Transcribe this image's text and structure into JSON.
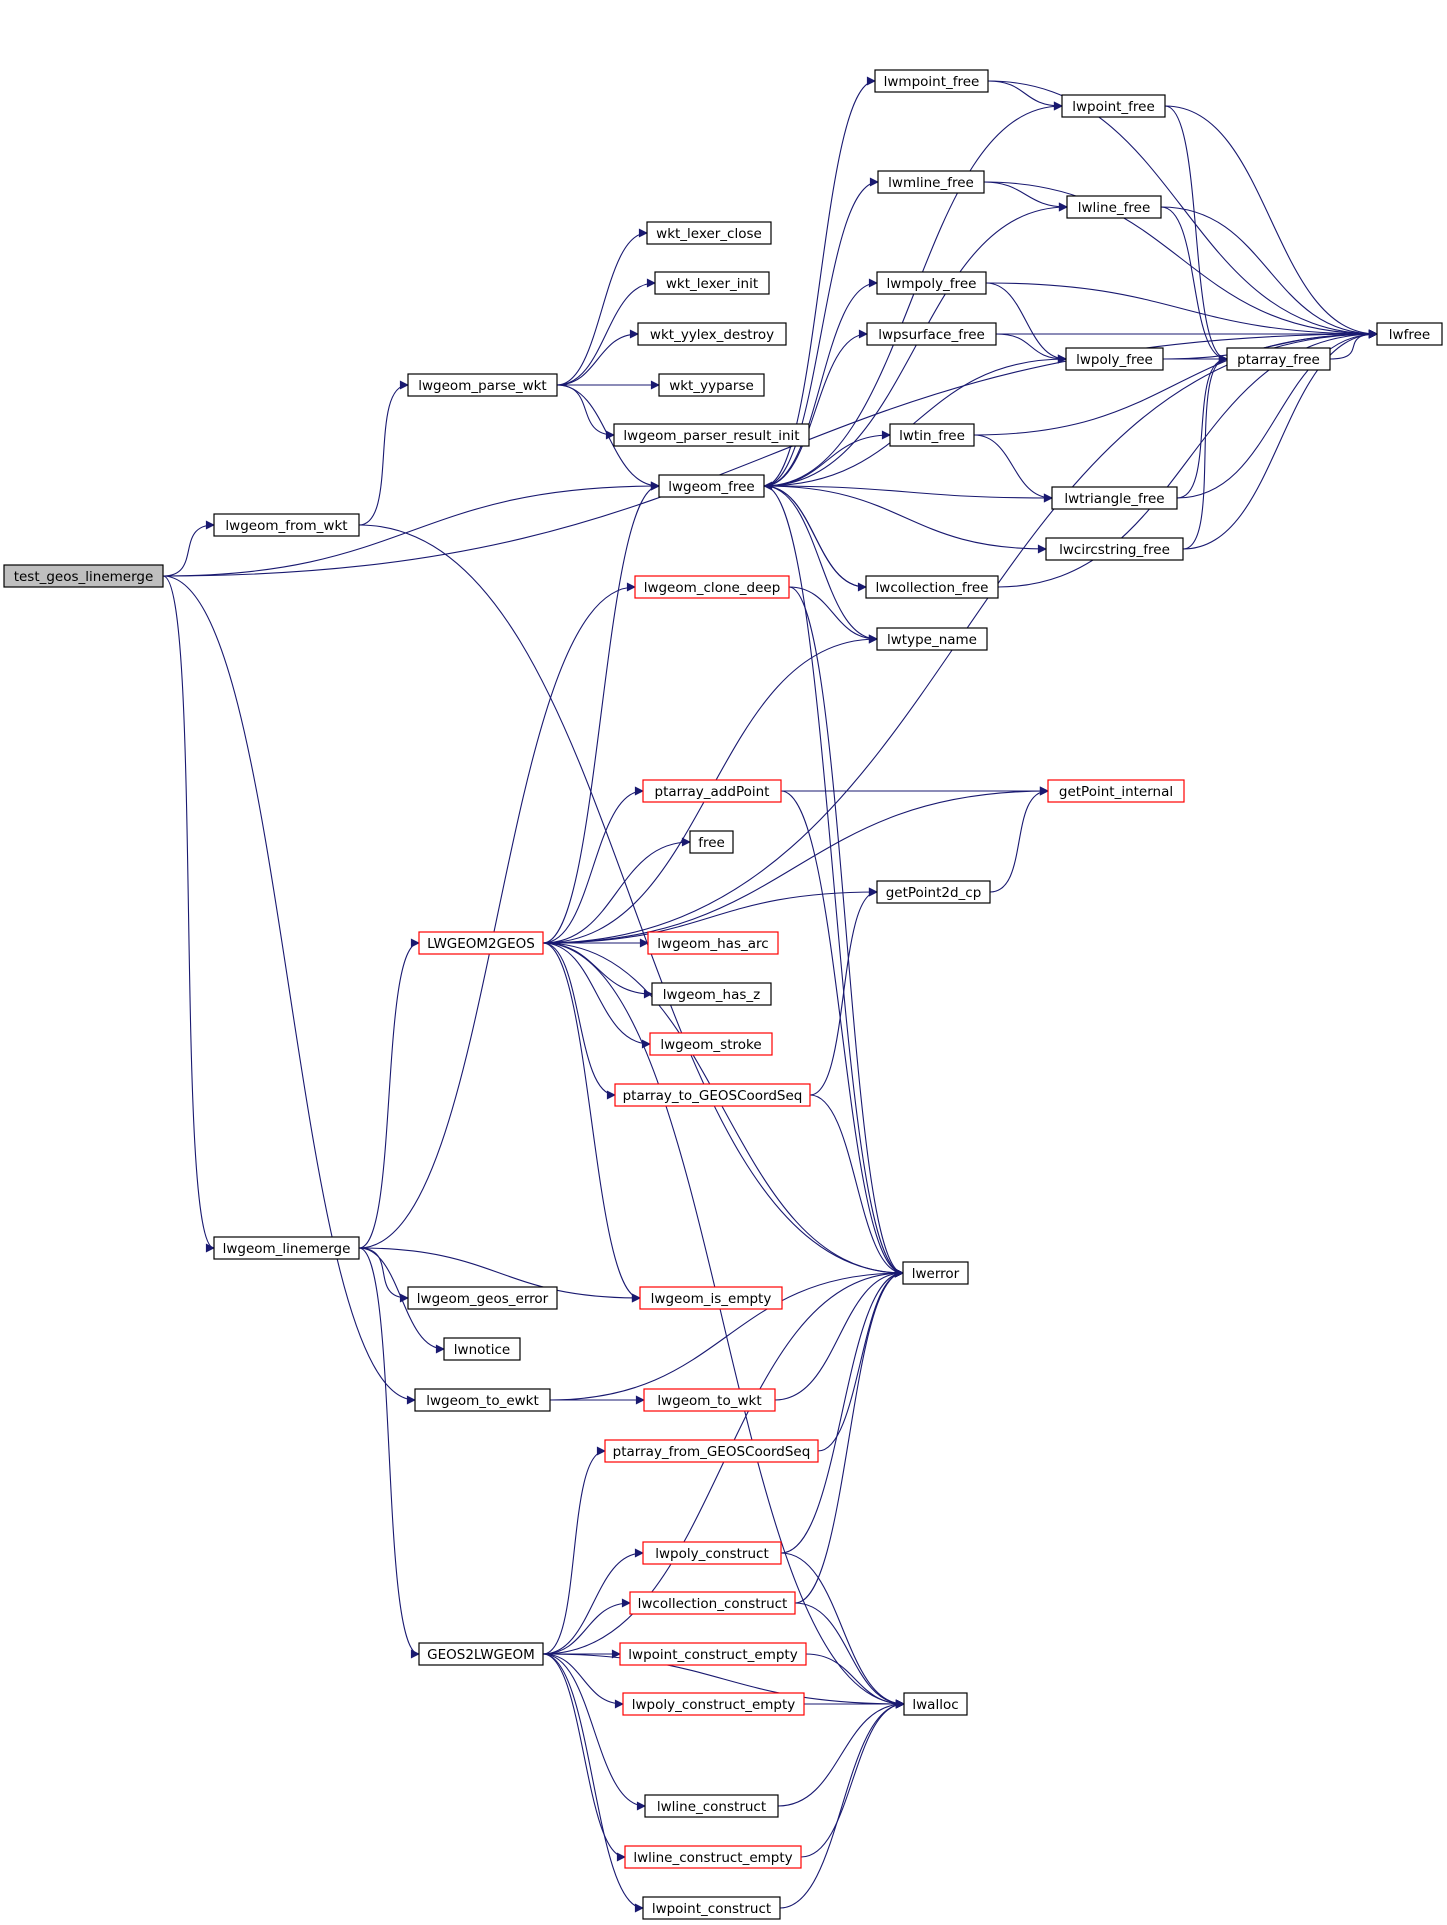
{
  "colors": {
    "edge": "#191970",
    "node_border_default": "#000000",
    "node_border_truncated": "#ff0000",
    "node_fill_default": "#ffffff",
    "node_fill_root": "#bfbfbf"
  },
  "nodes": {
    "test_geos_linemerge": {
      "label": "test_geos_linemerge",
      "style": "root"
    },
    "lwgeom_from_wkt": {
      "label": "lwgeom_from_wkt",
      "style": "normal"
    },
    "lwgeom_parse_wkt": {
      "label": "lwgeom_parse_wkt",
      "style": "normal"
    },
    "wkt_lexer_close": {
      "label": "wkt_lexer_close",
      "style": "normal"
    },
    "wkt_lexer_init": {
      "label": "wkt_lexer_init",
      "style": "normal"
    },
    "wkt_yylex_destroy": {
      "label": "wkt_yylex_destroy",
      "style": "normal"
    },
    "wkt_yyparse": {
      "label": "wkt_yyparse",
      "style": "normal"
    },
    "lwgeom_parser_result_init": {
      "label": "lwgeom_parser_result_init",
      "style": "normal"
    },
    "lwgeom_free": {
      "label": "lwgeom_free",
      "style": "normal"
    },
    "lwmpoint_free": {
      "label": "lwmpoint_free",
      "style": "normal"
    },
    "lwpoint_free": {
      "label": "lwpoint_free",
      "style": "normal"
    },
    "lwmline_free": {
      "label": "lwmline_free",
      "style": "normal"
    },
    "lwline_free": {
      "label": "lwline_free",
      "style": "normal"
    },
    "lwmpoly_free": {
      "label": "lwmpoly_free",
      "style": "normal"
    },
    "lwpsurface_free": {
      "label": "lwpsurface_free",
      "style": "normal"
    },
    "lwpoly_free": {
      "label": "lwpoly_free",
      "style": "normal"
    },
    "ptarray_free": {
      "label": "ptarray_free",
      "style": "normal"
    },
    "lwfree": {
      "label": "lwfree",
      "style": "normal"
    },
    "lwtin_free": {
      "label": "lwtin_free",
      "style": "normal"
    },
    "lwtriangle_free": {
      "label": "lwtriangle_free",
      "style": "normal"
    },
    "lwcircstring_free": {
      "label": "lwcircstring_free",
      "style": "normal"
    },
    "lwcollection_free": {
      "label": "lwcollection_free",
      "style": "normal"
    },
    "lwtype_name": {
      "label": "lwtype_name",
      "style": "normal"
    },
    "lwgeom_clone_deep": {
      "label": "lwgeom_clone_deep",
      "style": "truncated"
    },
    "ptarray_addPoint": {
      "label": "ptarray_addPoint",
      "style": "truncated"
    },
    "getPoint_internal": {
      "label": "getPoint_internal",
      "style": "truncated"
    },
    "free": {
      "label": "free",
      "style": "normal"
    },
    "getPoint2d_cp": {
      "label": "getPoint2d_cp",
      "style": "normal"
    },
    "LWGEOM2GEOS": {
      "label": "LWGEOM2GEOS",
      "style": "truncated"
    },
    "lwgeom_has_arc": {
      "label": "lwgeom_has_arc",
      "style": "truncated"
    },
    "lwgeom_has_z": {
      "label": "lwgeom_has_z",
      "style": "normal"
    },
    "lwgeom_stroke": {
      "label": "lwgeom_stroke",
      "style": "truncated"
    },
    "ptarray_to_GEOSCoordSeq": {
      "label": "ptarray_to_GEOSCoordSeq",
      "style": "truncated"
    },
    "lwgeom_linemerge": {
      "label": "lwgeom_linemerge",
      "style": "normal"
    },
    "lwerror": {
      "label": "lwerror",
      "style": "normal"
    },
    "lwgeom_geos_error": {
      "label": "lwgeom_geos_error",
      "style": "normal"
    },
    "lwgeom_is_empty": {
      "label": "lwgeom_is_empty",
      "style": "truncated"
    },
    "lwnotice": {
      "label": "lwnotice",
      "style": "normal"
    },
    "lwgeom_to_ewkt": {
      "label": "lwgeom_to_ewkt",
      "style": "normal"
    },
    "lwgeom_to_wkt": {
      "label": "lwgeom_to_wkt",
      "style": "truncated"
    },
    "ptarray_from_GEOSCoordSeq": {
      "label": "ptarray_from_GEOSCoordSeq",
      "style": "truncated"
    },
    "lwpoly_construct": {
      "label": "lwpoly_construct",
      "style": "truncated"
    },
    "lwcollection_construct": {
      "label": "lwcollection_construct",
      "style": "truncated"
    },
    "GEOS2LWGEOM": {
      "label": "GEOS2LWGEOM",
      "style": "normal"
    },
    "lwpoint_construct_empty": {
      "label": "lwpoint_construct_empty",
      "style": "truncated"
    },
    "lwpoly_construct_empty": {
      "label": "lwpoly_construct_empty",
      "style": "truncated"
    },
    "lwalloc": {
      "label": "lwalloc",
      "style": "normal"
    },
    "lwline_construct": {
      "label": "lwline_construct",
      "style": "normal"
    },
    "lwline_construct_empty": {
      "label": "lwline_construct_empty",
      "style": "truncated"
    },
    "lwpoint_construct": {
      "label": "lwpoint_construct",
      "style": "normal"
    }
  },
  "edges": [
    [
      "test_geos_linemerge",
      "lwgeom_from_wkt"
    ],
    [
      "test_geos_linemerge",
      "lwgeom_free"
    ],
    [
      "test_geos_linemerge",
      "lwgeom_linemerge"
    ],
    [
      "test_geos_linemerge",
      "lwgeom_to_ewkt"
    ],
    [
      "test_geos_linemerge",
      "lwfree"
    ],
    [
      "lwgeom_from_wkt",
      "lwgeom_parse_wkt"
    ],
    [
      "lwgeom_from_wkt",
      "lwerror"
    ],
    [
      "lwgeom_parse_wkt",
      "wkt_lexer_close"
    ],
    [
      "lwgeom_parse_wkt",
      "wkt_lexer_init"
    ],
    [
      "lwgeom_parse_wkt",
      "wkt_yylex_destroy"
    ],
    [
      "lwgeom_parse_wkt",
      "wkt_yyparse"
    ],
    [
      "lwgeom_parse_wkt",
      "lwgeom_parser_result_init"
    ],
    [
      "lwgeom_parse_wkt",
      "lwgeom_free"
    ],
    [
      "lwgeom_free",
      "lwmpoint_free"
    ],
    [
      "lwgeom_free",
      "lwpoint_free"
    ],
    [
      "lwgeom_free",
      "lwmline_free"
    ],
    [
      "lwgeom_free",
      "lwline_free"
    ],
    [
      "lwgeom_free",
      "lwmpoly_free"
    ],
    [
      "lwgeom_free",
      "lwpsurface_free"
    ],
    [
      "lwgeom_free",
      "lwpoly_free"
    ],
    [
      "lwgeom_free",
      "lwtin_free"
    ],
    [
      "lwgeom_free",
      "lwtriangle_free"
    ],
    [
      "lwgeom_free",
      "lwcircstring_free"
    ],
    [
      "lwgeom_free",
      "lwcollection_free"
    ],
    [
      "lwgeom_free",
      "lwtype_name"
    ],
    [
      "lwgeom_free",
      "lwerror"
    ],
    [
      "lwmpoint_free",
      "lwpoint_free"
    ],
    [
      "lwmpoint_free",
      "lwfree"
    ],
    [
      "lwpoint_free",
      "ptarray_free"
    ],
    [
      "lwpoint_free",
      "lwfree"
    ],
    [
      "lwmline_free",
      "lwline_free"
    ],
    [
      "lwmline_free",
      "lwfree"
    ],
    [
      "lwline_free",
      "ptarray_free"
    ],
    [
      "lwline_free",
      "lwfree"
    ],
    [
      "lwmpoly_free",
      "lwpoly_free"
    ],
    [
      "lwmpoly_free",
      "lwfree"
    ],
    [
      "lwpsurface_free",
      "lwpoly_free"
    ],
    [
      "lwpsurface_free",
      "lwfree"
    ],
    [
      "lwpoly_free",
      "ptarray_free"
    ],
    [
      "lwpoly_free",
      "lwfree"
    ],
    [
      "ptarray_free",
      "lwfree"
    ],
    [
      "lwtin_free",
      "lwtriangle_free"
    ],
    [
      "lwtin_free",
      "lwfree"
    ],
    [
      "lwtriangle_free",
      "ptarray_free"
    ],
    [
      "lwtriangle_free",
      "lwfree"
    ],
    [
      "lwcircstring_free",
      "ptarray_free"
    ],
    [
      "lwcircstring_free",
      "lwfree"
    ],
    [
      "lwcollection_free",
      "lwgeom_free"
    ],
    [
      "lwcollection_free",
      "lwfree"
    ],
    [
      "lwgeom_linemerge",
      "lwgeom_clone_deep"
    ],
    [
      "lwgeom_linemerge",
      "LWGEOM2GEOS"
    ],
    [
      "lwgeom_linemerge",
      "lwgeom_geos_error"
    ],
    [
      "lwgeom_linemerge",
      "lwgeom_is_empty"
    ],
    [
      "lwgeom_linemerge",
      "lwnotice"
    ],
    [
      "lwgeom_linemerge",
      "GEOS2LWGEOM"
    ],
    [
      "lwgeom_clone_deep",
      "lwtype_name"
    ],
    [
      "lwgeom_clone_deep",
      "lwerror"
    ],
    [
      "LWGEOM2GEOS",
      "lwgeom_free"
    ],
    [
      "LWGEOM2GEOS",
      "lwtype_name"
    ],
    [
      "LWGEOM2GEOS",
      "lwfree"
    ],
    [
      "LWGEOM2GEOS",
      "getPoint_internal"
    ],
    [
      "LWGEOM2GEOS",
      "ptarray_addPoint"
    ],
    [
      "LWGEOM2GEOS",
      "free"
    ],
    [
      "LWGEOM2GEOS",
      "getPoint2d_cp"
    ],
    [
      "LWGEOM2GEOS",
      "lwgeom_has_arc"
    ],
    [
      "LWGEOM2GEOS",
      "lwgeom_has_z"
    ],
    [
      "LWGEOM2GEOS",
      "lwgeom_stroke"
    ],
    [
      "LWGEOM2GEOS",
      "ptarray_to_GEOSCoordSeq"
    ],
    [
      "LWGEOM2GEOS",
      "lwerror"
    ],
    [
      "LWGEOM2GEOS",
      "lwgeom_is_empty"
    ],
    [
      "LWGEOM2GEOS",
      "lwalloc"
    ],
    [
      "ptarray_addPoint",
      "getPoint_internal"
    ],
    [
      "ptarray_addPoint",
      "lwerror"
    ],
    [
      "getPoint2d_cp",
      "getPoint_internal"
    ],
    [
      "ptarray_to_GEOSCoordSeq",
      "getPoint2d_cp"
    ],
    [
      "ptarray_to_GEOSCoordSeq",
      "lwerror"
    ],
    [
      "lwgeom_to_ewkt",
      "lwgeom_to_wkt"
    ],
    [
      "lwgeom_to_ewkt",
      "lwerror"
    ],
    [
      "lwgeom_to_wkt",
      "lwerror"
    ],
    [
      "ptarray_from_GEOSCoordSeq",
      "lwerror"
    ],
    [
      "GEOS2LWGEOM",
      "ptarray_from_GEOSCoordSeq"
    ],
    [
      "GEOS2LWGEOM",
      "lwerror"
    ],
    [
      "GEOS2LWGEOM",
      "lwpoly_construct"
    ],
    [
      "GEOS2LWGEOM",
      "lwcollection_construct"
    ],
    [
      "GEOS2LWGEOM",
      "lwpoint_construct_empty"
    ],
    [
      "GEOS2LWGEOM",
      "lwpoly_construct_empty"
    ],
    [
      "GEOS2LWGEOM",
      "lwalloc"
    ],
    [
      "GEOS2LWGEOM",
      "lwline_construct"
    ],
    [
      "GEOS2LWGEOM",
      "lwline_construct_empty"
    ],
    [
      "GEOS2LWGEOM",
      "lwpoint_construct"
    ],
    [
      "lwpoly_construct",
      "lwerror"
    ],
    [
      "lwpoly_construct",
      "lwalloc"
    ],
    [
      "lwcollection_construct",
      "lwerror"
    ],
    [
      "lwcollection_construct",
      "lwalloc"
    ],
    [
      "lwpoint_construct_empty",
      "lwalloc"
    ],
    [
      "lwpoly_construct_empty",
      "lwalloc"
    ],
    [
      "lwline_construct",
      "lwalloc"
    ],
    [
      "lwline_construct_empty",
      "lwalloc"
    ],
    [
      "lwpoint_construct",
      "lwalloc"
    ]
  ]
}
